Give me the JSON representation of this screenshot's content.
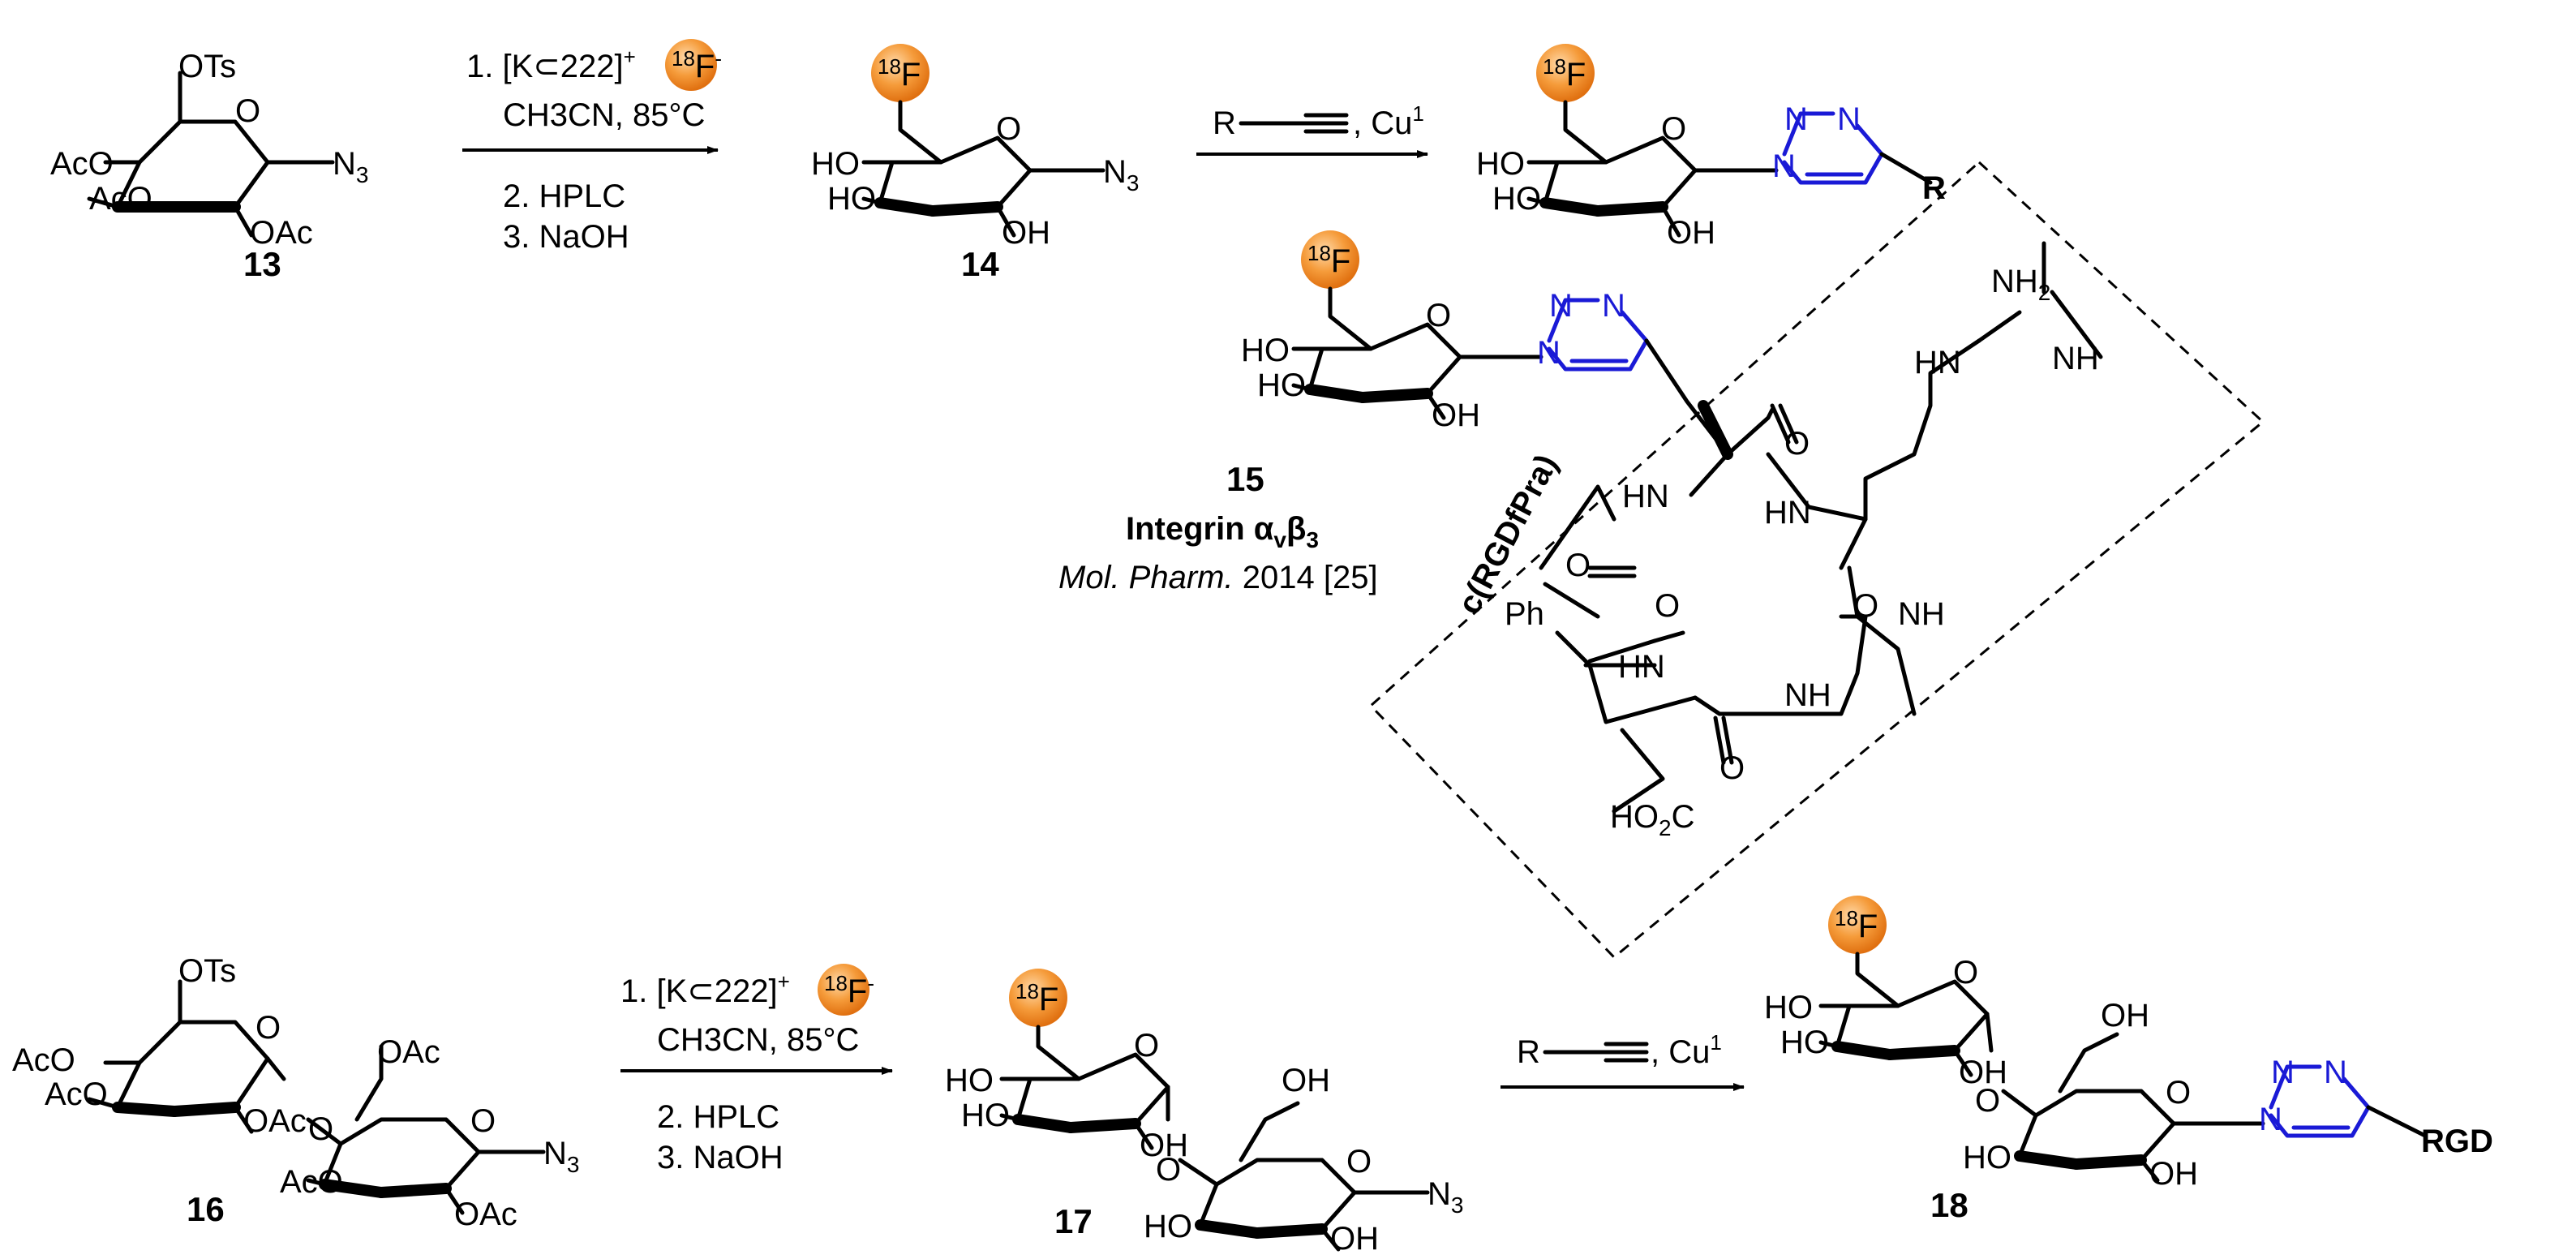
{
  "compounds": {
    "c13": "13",
    "c14": "14",
    "c15": "15",
    "c16": "16",
    "c17": "17",
    "c18": "18"
  },
  "reaction1": {
    "step1": "1. [K⊂222]",
    "step1_sup": "+",
    "fluoride": "F",
    "fluoride_sup": "18",
    "fluoride_charge": "-",
    "solvent": "CH3CN, 85°C",
    "step2": "2. HPLC",
    "step3": "3. NaOH"
  },
  "reaction2": {
    "reagent": "R",
    "catalyst": "Cu",
    "catalyst_sup": "1"
  },
  "reaction3": {
    "step1": "1. [K⊂222]",
    "step1_sup": "+",
    "fluoride": "F",
    "fluoride_sup": "18",
    "fluoride_charge": "-",
    "solvent": "CH3CN, 85°C",
    "step2": "2. HPLC",
    "step3": "3. NaOH"
  },
  "reaction4": {
    "reagent": "R",
    "catalyst": "Cu",
    "catalyst_sup": "1"
  },
  "labels": {
    "integrin": "Integrin α",
    "integrin_sub1": "v",
    "integrin_beta": "β",
    "integrin_sub2": "3",
    "reference_journal": "Mol. Pharm.",
    "reference_year": "2014 [25]",
    "peptide": "c(RGDfPra)"
  },
  "atoms": {
    "ots": "OTs",
    "aco": "AcO",
    "oac": "OAc",
    "n3": "N",
    "n3_sub": "3",
    "ho": "HO",
    "oh": "OH",
    "o": "O",
    "n": "N",
    "r": "R",
    "rgd": "RGD",
    "nh": "NH",
    "hn": "HN",
    "nh2": "NH",
    "nh2_sub": "2",
    "ph": "Ph",
    "ho2c": "HO",
    "ho2c_sub": "2",
    "ho2c_c": "C",
    "f18": "F",
    "f18_sup": "18"
  },
  "colors": {
    "fluorine_badge": "#f28a1e",
    "triazole": "#1a1ad6"
  }
}
